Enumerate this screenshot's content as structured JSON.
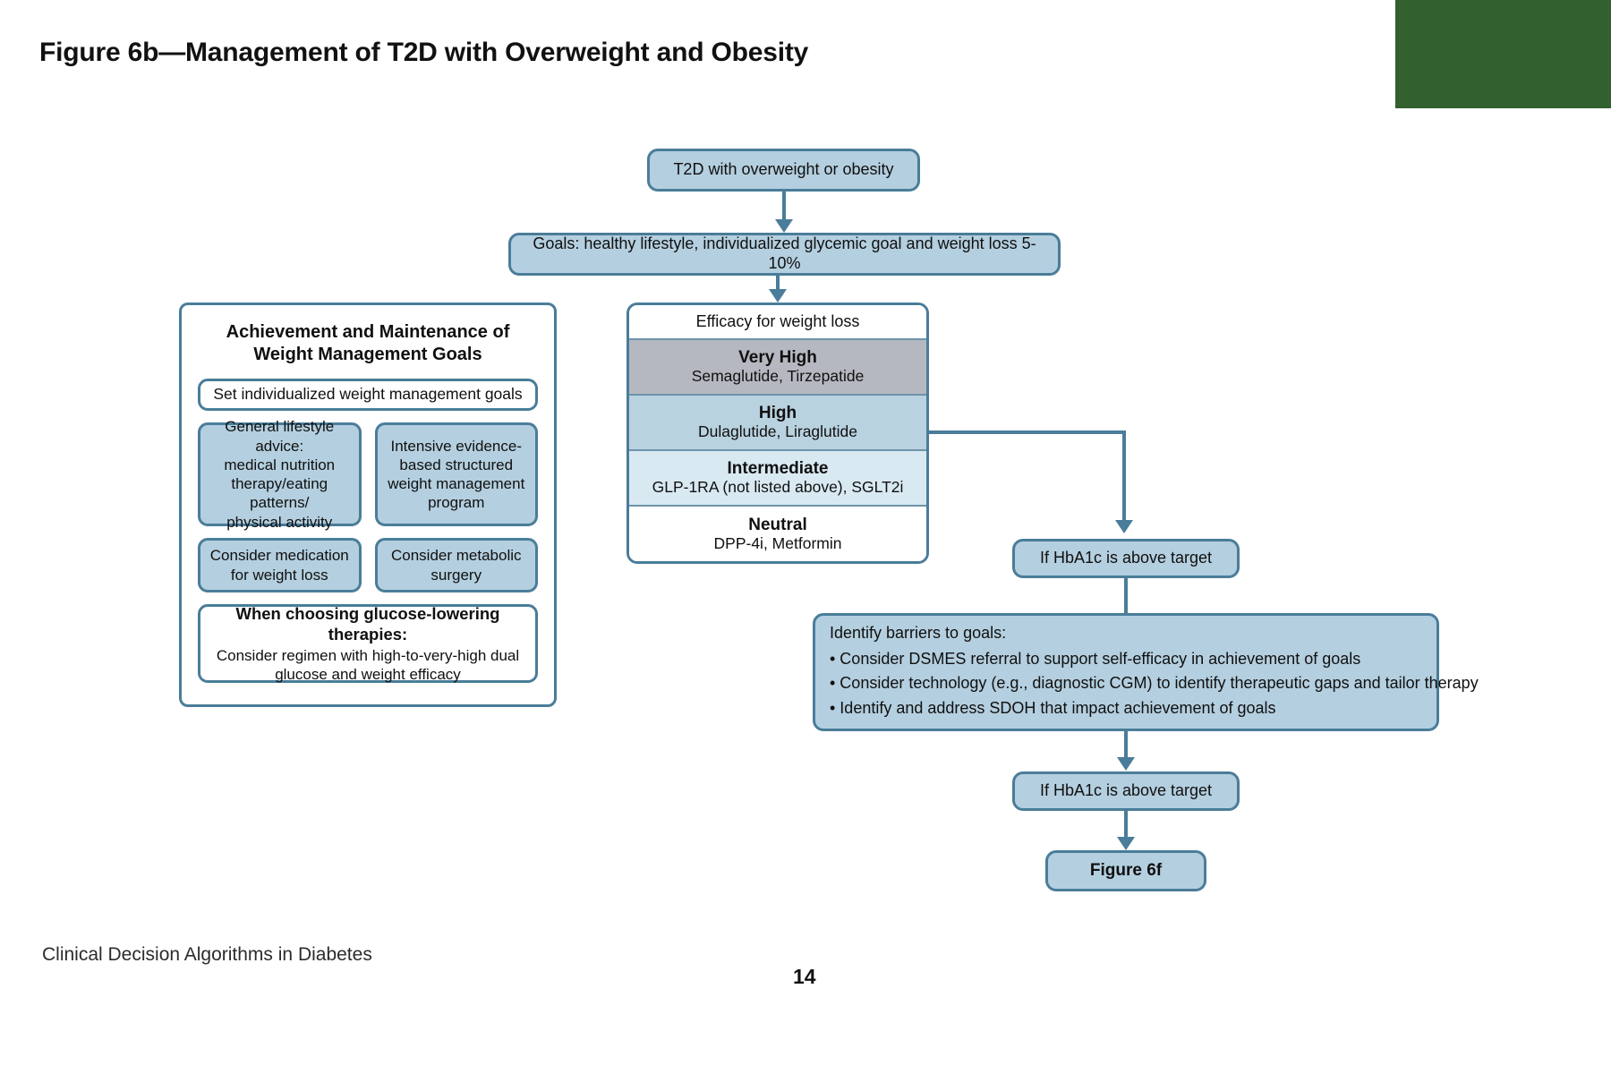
{
  "page": {
    "title": "Figure 6b—Management of T2D with Overweight and Obesity",
    "footer_note": "Clinical Decision Algorithms in Diabetes",
    "page_number": "14",
    "accent_green": "#32602f",
    "node_border": "#4a7d99",
    "node_fill": "#b4cfdf"
  },
  "flow": {
    "start": "T2D with overweight or obesity",
    "goals": "Goals: healthy lifestyle, individualized glycemic goal and weight loss 5-10%"
  },
  "weight_panel": {
    "heading_line1": "Achievement and Maintenance of",
    "heading_line2": "Weight Management Goals",
    "set_goals": "Set individualized weight management goals",
    "lifestyle_advice": {
      "l1": "General lifestyle advice:",
      "l2": "medical nutrition",
      "l3": "therapy/eating patterns/",
      "l4": "physical activity"
    },
    "intensive_program": {
      "l1": "Intensive evidence-",
      "l2": "based structured",
      "l3": "weight management",
      "l4": "program"
    },
    "medication": {
      "l1": "Consider medication",
      "l2": "for weight loss"
    },
    "surgery": {
      "l1": "Consider metabolic",
      "l2": "surgery"
    },
    "choosing": {
      "heading": "When choosing glucose-lowering therapies:",
      "l1": "Consider regimen with high-to-very-high dual",
      "l2": "glucose and weight efficacy"
    }
  },
  "efficacy_table": {
    "header": "Efficacy for weight loss",
    "rows": [
      {
        "level": "Very High",
        "drugs": "Semaglutide, Tirzepatide",
        "fill": "#b5b8c1"
      },
      {
        "level": "High",
        "drugs": "Dulaglutide, Liraglutide",
        "fill": "#b9d2e0"
      },
      {
        "level": "Intermediate",
        "drugs": "GLP-1RA (not listed above), SGLT2i",
        "fill": "#d9e9f2"
      },
      {
        "level": "Neutral",
        "drugs": "DPP-4i, Metformin",
        "fill": "#ffffff"
      }
    ]
  },
  "right_chain": {
    "hba1c_above_target_1": "If HbA1c is above target",
    "barriers": {
      "heading": "Identify barriers to goals:",
      "items": [
        "• Consider DSMES referral to support self-efficacy in achievement of goals",
        "• Consider technology (e.g., diagnostic CGM) to identify therapeutic gaps and tailor therapy",
        "• Identify and address SDOH that impact achievement of goals"
      ]
    },
    "hba1c_above_target_2": "If HbA1c is above target",
    "figure_link": "Figure 6f"
  }
}
